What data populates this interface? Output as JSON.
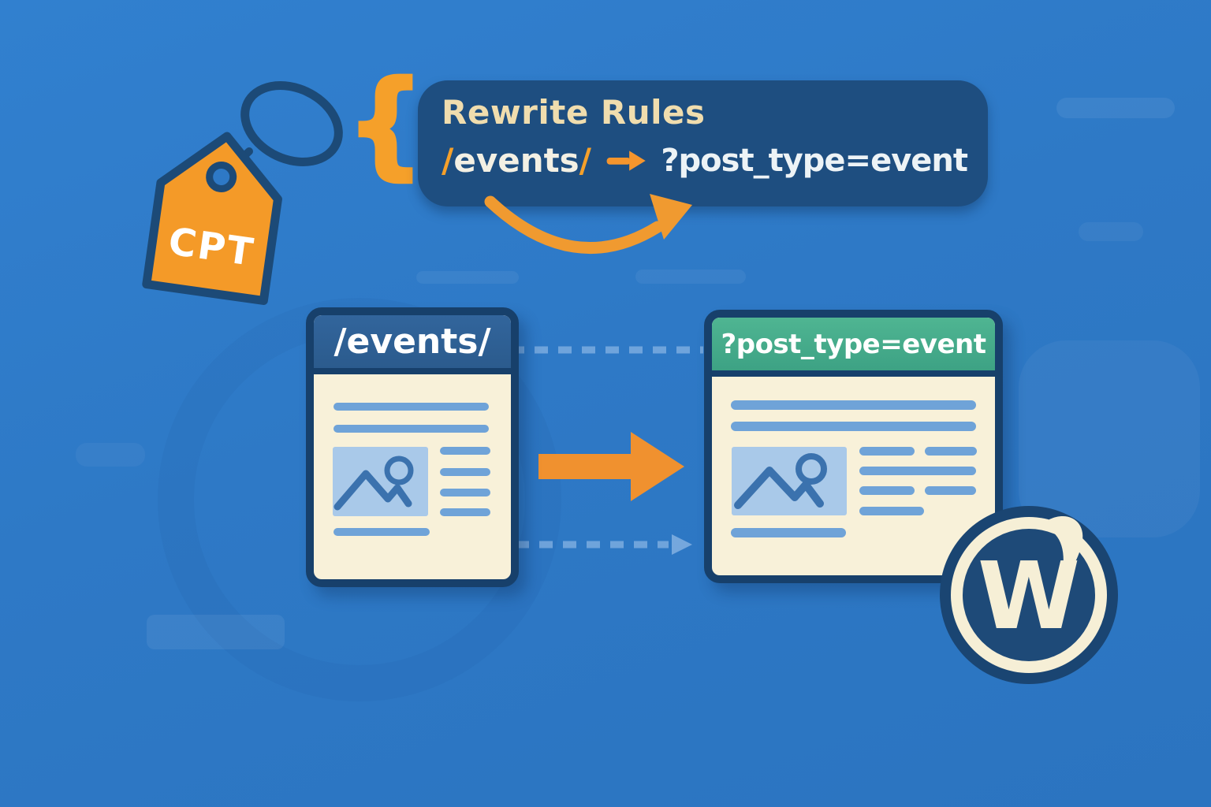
{
  "tag": {
    "label": "CPT"
  },
  "brace_glyph": "{",
  "rewrite_box": {
    "title": "Rewrite Rules",
    "from_slash_left": "/",
    "from_word": "events",
    "from_slash_right": "/",
    "to": "?post_type=event"
  },
  "left_page": {
    "header": "/events/"
  },
  "right_page": {
    "header": "?post_type=event"
  },
  "wordpress": {
    "letter": "W"
  },
  "colors": {
    "background": "#2e79c6",
    "panel_navy": "#1e4e80",
    "outline_navy": "#17406b",
    "card_header_blue": "#2b5b8d",
    "card_header_green": "#45ae89",
    "cream": "#f8f1d9",
    "orange": "#f49a28",
    "title_cream": "#f0ddae",
    "content_line_blue": "#6fa3d8",
    "placeholder_blue": "#a9c9e9",
    "placeholder_stroke": "#3b72ae"
  }
}
